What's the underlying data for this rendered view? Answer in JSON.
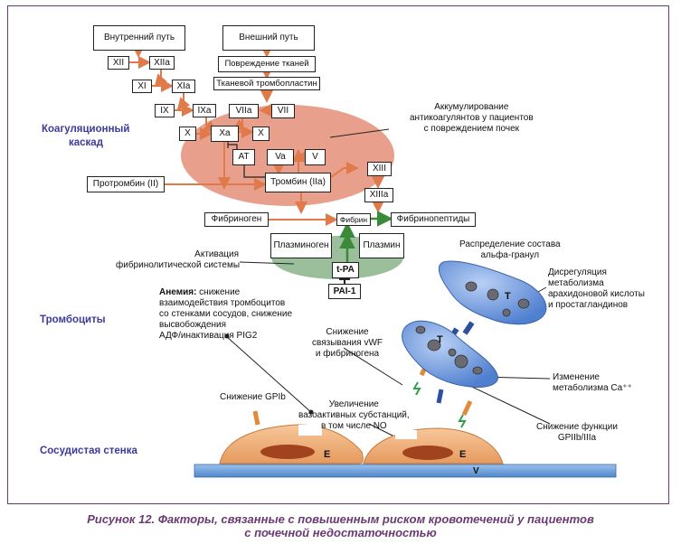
{
  "sections": {
    "coag": "Коагуляционный каскад",
    "coag_line1": "Коагуляционный",
    "coag_line2": "каскад",
    "platelets": "Тромбоциты",
    "vessel": "Сосудистая стенка"
  },
  "boxes": {
    "intrinsic": "Внутренний путь",
    "extrinsic": "Внешний путь",
    "xii": "XII",
    "xiia": "XIIa",
    "xi": "XI",
    "xia": "XIa",
    "ix": "IX",
    "ixa": "IXa",
    "x_left": "X",
    "xa": "Xa",
    "x_right": "X",
    "viia": "VIIa",
    "vii": "VII",
    "tissue_damage": "Повреждение тканей",
    "tissue_factor": "Тканевой тромбопластин",
    "at": "AT",
    "va": "Va",
    "v": "V",
    "prothrombin": "Протромбин (II)",
    "thrombin": "Тромбин (IIa)",
    "xiii": "XIII",
    "xiiia": "XIIIa",
    "fibrinogen": "Фибриноген",
    "fibrin": "Фибрин",
    "fibrinopeptides": "Фибринопептиды",
    "plasminogen": "Плазминоген",
    "plasmin": "Плазмин",
    "tpa": "t-PA",
    "pai1": "PAI-1"
  },
  "notes": {
    "accumulation_l1": "Аккумулирование",
    "accumulation_l2": "антикоагулянтов у пациентов",
    "accumulation_l3": "с повреждением почек",
    "fibrinolysis_l1": "Активация",
    "fibrinolysis_l2": "фибринолитической системы",
    "anemia_bold": "Анемия:",
    "anemia_l1": " снижение",
    "anemia_l2": "взаимодействия тромбоцитов",
    "anemia_l3": "со стенками сосудов, снижение",
    "anemia_l4": "высвобождения",
    "anemia_l5": "АДФ/инактивация PIG2",
    "alpha_l1": "Распределение состава",
    "alpha_l2": "альфа-гранул",
    "arach_l1": "Дисрегуляция",
    "arach_l2": "метаболизма",
    "arach_l3": "арахидоновой кислоты",
    "arach_l4": "и простагландинов",
    "vwf_l1": "Снижение",
    "vwf_l2": "связывания vWF",
    "vwf_l3": "и фибриногена",
    "ca_l1": "Изменение",
    "ca_l2": "метаболизма Ca⁺⁺",
    "gpib": "Снижение GPIb",
    "vaso_l1": "Увеличение",
    "vaso_l2": "вазоактивных субстанций,",
    "vaso_l3": "в том числе NO",
    "gp2b_l1": "Снижение функции",
    "gp2b_l2": "GPIIb/IIIa",
    "t1": "T",
    "t2": "T",
    "e1": "E",
    "e2": "E",
    "v": "V"
  },
  "caption": {
    "line1": "Рисунок 12. Факторы, связанные с повышенным риском кровотечений у пациентов",
    "line2": "с почечной недостаточностью"
  },
  "colors": {
    "frame": "#6a3b73",
    "section_label": "#3b3a9a",
    "arrow_orange": "#e07a4a",
    "salmon_ellipse": "#e8a08c",
    "green_ellipse": "#9bbf9b",
    "green_arrow": "#3a8a3a",
    "platelet_blue": "#6f95d6",
    "endothelium": "#f0b07a",
    "vessel_blue": "#6fa0d8"
  }
}
